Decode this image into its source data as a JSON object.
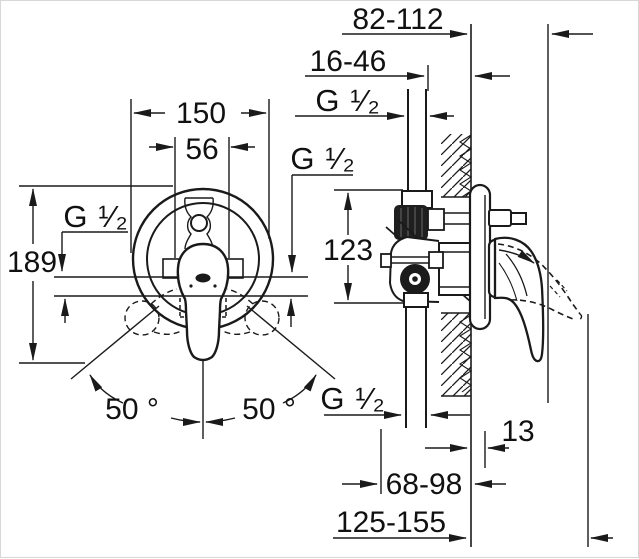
{
  "drawing": {
    "kind": "installation dimension diagram",
    "product": "concealed single-lever shower mixer with wall section",
    "labels": {
      "lever_projection_closed": "82-112",
      "wall_embed_depth": "16-46",
      "thread_top": "G ¹⁄₂",
      "escutcheon_diameter": "150",
      "body_width": "56",
      "thread_right": "G ¹⁄₂",
      "thread_left": "G ¹⁄₂",
      "overall_height": "189",
      "port_spacing": "123",
      "swing_angle_left": "50 °",
      "swing_angle_right": "50 °",
      "thread_bottom": "G ¹⁄₂",
      "escutcheon_offset": "13",
      "body_projection": "68-98",
      "lever_projection_open": "125-155"
    },
    "colors": {
      "ink": "#1a1a1a",
      "paper": "#ffffff",
      "nut_fill": "#1f1f1f"
    }
  }
}
